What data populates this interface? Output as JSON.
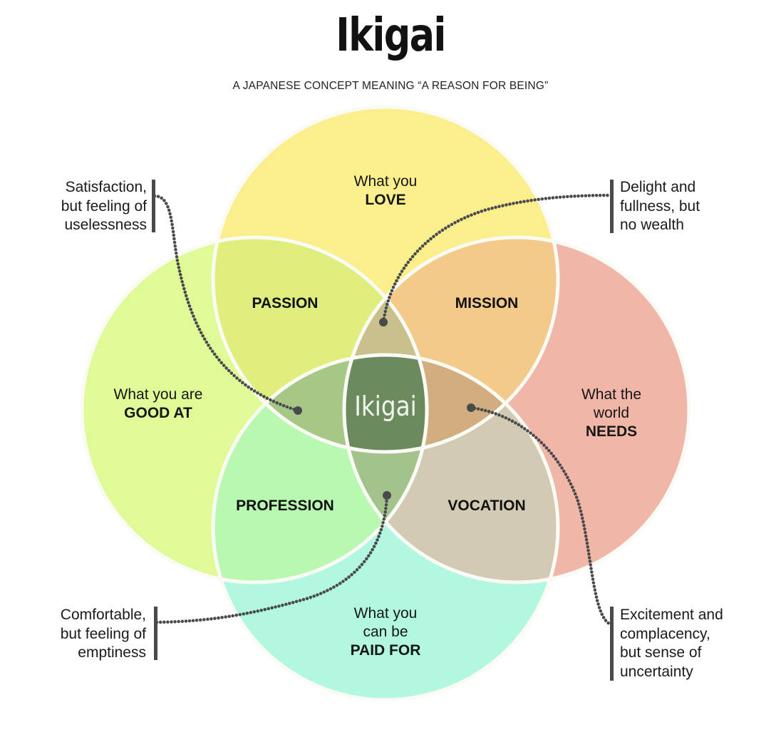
{
  "header": {
    "title": "Ikigai",
    "subtitle": "A JAPANESE CONCEPT MEANING “A REASON FOR BEING”"
  },
  "circles": {
    "love": {
      "line1": "What you",
      "bold": "LOVE",
      "color": "#fbee8c"
    },
    "good_at": {
      "line1": "What you are",
      "bold": "GOOD AT",
      "color": "#dffa96"
    },
    "needs": {
      "line1": "What the",
      "line2": "world",
      "bold": "NEEDS",
      "color": "#f0b6a8"
    },
    "paid_for": {
      "line1": "What you",
      "line2": "can be",
      "bold": "PAID FOR",
      "color": "#b2f7e0"
    }
  },
  "overlaps": {
    "passion": {
      "label": "PASSION",
      "color": "#e0ee7e"
    },
    "mission": {
      "label": "MISSION",
      "color": "#f3ca8a"
    },
    "profession": {
      "label": "PROFESSION",
      "color": "#b8f8b0"
    },
    "vocation": {
      "label": "VOCATION",
      "color": "#d3cab4"
    }
  },
  "triple_overlaps": {
    "top": {
      "color": "#c9c08c"
    },
    "left": {
      "color": "#a7c885"
    },
    "right": {
      "color": "#d1ad80"
    },
    "bottom": {
      "color": "#a3c38c"
    }
  },
  "center": {
    "label": "Ikigai",
    "color": "#6b8a5e",
    "text_color": "#f2f5ee"
  },
  "annotations": {
    "top_left": [
      "Satisfaction,",
      "but feeling of",
      "uselessness"
    ],
    "top_right": [
      "Delight and",
      "fullness, but",
      "no wealth"
    ],
    "bottom_left": [
      "Comfortable,",
      "but feeling of",
      "emptiness"
    ],
    "bottom_right": [
      "Excitement and",
      "complacency,",
      "but sense of",
      "uncertainty"
    ]
  },
  "style": {
    "divider_color": "#fbfbf6",
    "leader_color": "#4a4a4e"
  }
}
